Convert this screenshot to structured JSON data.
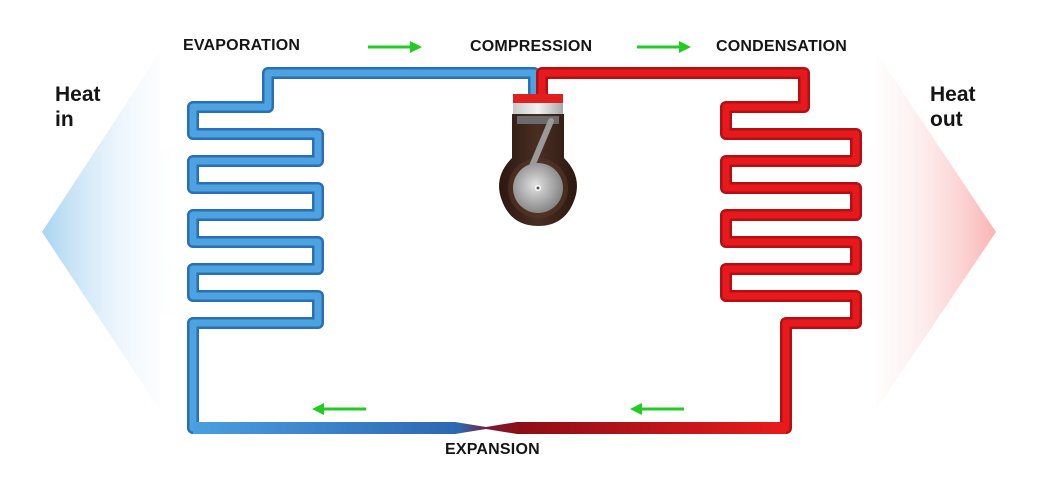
{
  "labels": {
    "evaporation": "EVAPORATION",
    "compression": "COMPRESSION",
    "condensation": "CONDENSATION",
    "expansion": "EXPANSION",
    "heat_in_line1": "Heat",
    "heat_in_line2": "in",
    "heat_out_line1": "Heat",
    "heat_out_line2": "out"
  },
  "colors": {
    "cold_pipe": "#3f95d8",
    "hot_pipe": "#d81418",
    "flow_arrow": "#22cc22",
    "heat_in_arrow": "#bfe0f4",
    "heat_out_arrow": "#fbc9c9",
    "compressor_body": "#3a221a"
  },
  "icons": {
    "flow": "arrow-right-icon",
    "compressor": "piston-compressor-icon"
  }
}
